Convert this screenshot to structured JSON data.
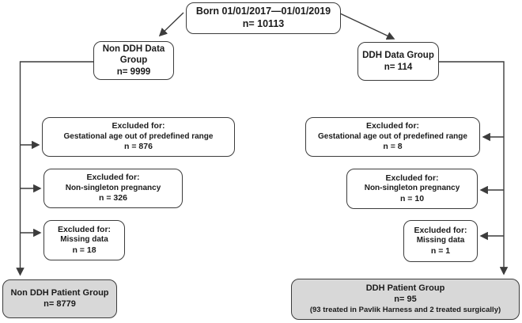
{
  "figure": {
    "type": "flowchart",
    "description": "Patient selection flow diagram for DDH vs Non DDH groups",
    "colors": {
      "outline": "#3c3c3c",
      "box_fill": "#ffffff",
      "final_box_fill": "#d8d8d8",
      "text": "#1b1b1b"
    }
  },
  "nodes": {
    "root": {
      "title": "Born 01/01/2017—01/01/2019",
      "n": "n= 10113"
    },
    "non_ddh_group": {
      "title": "Non DDH Data Group",
      "n": "n= 9999"
    },
    "ddh_group": {
      "title": "DDH Data Group",
      "n": "n= 114"
    },
    "non_ddh_excl_gestational": {
      "header": "Excluded for:",
      "reason": "Gestational age out of predefined  range",
      "n": "n = 876"
    },
    "non_ddh_excl_singleton": {
      "header": "Excluded for:",
      "reason": "Non-singleton pregnancy",
      "n": "n = 326"
    },
    "non_ddh_excl_missing": {
      "header": "Excluded for:",
      "reason": "Missing data",
      "n": "n = 18"
    },
    "ddh_excl_gestational": {
      "header": "Excluded for:",
      "reason": "Gestational age out of predefined range",
      "n": "n = 8"
    },
    "ddh_excl_singleton": {
      "header": "Excluded for:",
      "reason": "Non-singleton pregnancy",
      "n": "n = 10"
    },
    "ddh_excl_missing": {
      "header": "Excluded for:",
      "reason": "Missing data",
      "n": "n = 1"
    },
    "non_ddh_final": {
      "title": "Non DDH Patient Group",
      "n": "n= 8779"
    },
    "ddh_final": {
      "title": "DDH Patient Group",
      "n": "n= 95",
      "note": "(93 treated in Pavlik Harness and 2 treated surgically)"
    }
  }
}
